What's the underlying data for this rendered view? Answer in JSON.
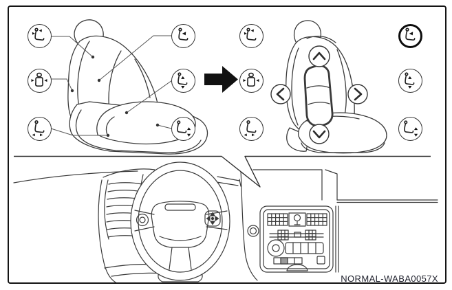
{
  "figure": {
    "code": "NORMAL-WABA0057X",
    "description": "Power seat adjustment overview and lumbar support control location"
  },
  "colors": {
    "line": "#3a3a3a",
    "accent": "#111111",
    "background": "#ffffff"
  },
  "transition": {
    "name": "next-step-arrow",
    "direction": "right"
  },
  "panels": {
    "left": {
      "name": "seat-adjustment-overview",
      "icons": [
        {
          "name": "recline-adjustment-icon",
          "type": "recline",
          "col": 0,
          "row": 0,
          "highlighted": false
        },
        {
          "name": "lumbar-support-icon",
          "type": "lumbar",
          "col": 1,
          "row": 0,
          "highlighted": false
        },
        {
          "name": "side-support-icon",
          "type": "side",
          "col": 0,
          "row": 1,
          "highlighted": false
        },
        {
          "name": "seat-lifter-icon",
          "type": "lift",
          "col": 1,
          "row": 1,
          "highlighted": false
        },
        {
          "name": "seat-slide-icon",
          "type": "slide",
          "col": 0,
          "row": 2,
          "highlighted": false
        },
        {
          "name": "front-edge-lifter-icon",
          "type": "frontlift",
          "col": 1,
          "row": 2,
          "highlighted": false
        }
      ]
    },
    "right": {
      "name": "lumbar-support-detail",
      "icons": [
        {
          "name": "recline-adjustment-icon",
          "type": "recline",
          "col": 0,
          "row": 0,
          "highlighted": false
        },
        {
          "name": "lumbar-support-icon",
          "type": "lumbar",
          "col": 1,
          "row": 0,
          "highlighted": true
        },
        {
          "name": "side-support-icon",
          "type": "side",
          "col": 0,
          "row": 1,
          "highlighted": false
        },
        {
          "name": "seat-lifter-icon",
          "type": "lift",
          "col": 1,
          "row": 1,
          "highlighted": false
        },
        {
          "name": "seat-slide-icon",
          "type": "slide",
          "col": 0,
          "row": 2,
          "highlighted": false
        },
        {
          "name": "front-edge-lifter-icon",
          "type": "frontlift",
          "col": 1,
          "row": 2,
          "highlighted": false
        }
      ]
    }
  },
  "lumbar_controls": [
    {
      "name": "lumbar-up-chevron",
      "direction": "up"
    },
    {
      "name": "lumbar-left-chevron",
      "direction": "left"
    },
    {
      "name": "lumbar-right-chevron",
      "direction": "right"
    },
    {
      "name": "lumbar-down-chevron",
      "direction": "down"
    }
  ]
}
